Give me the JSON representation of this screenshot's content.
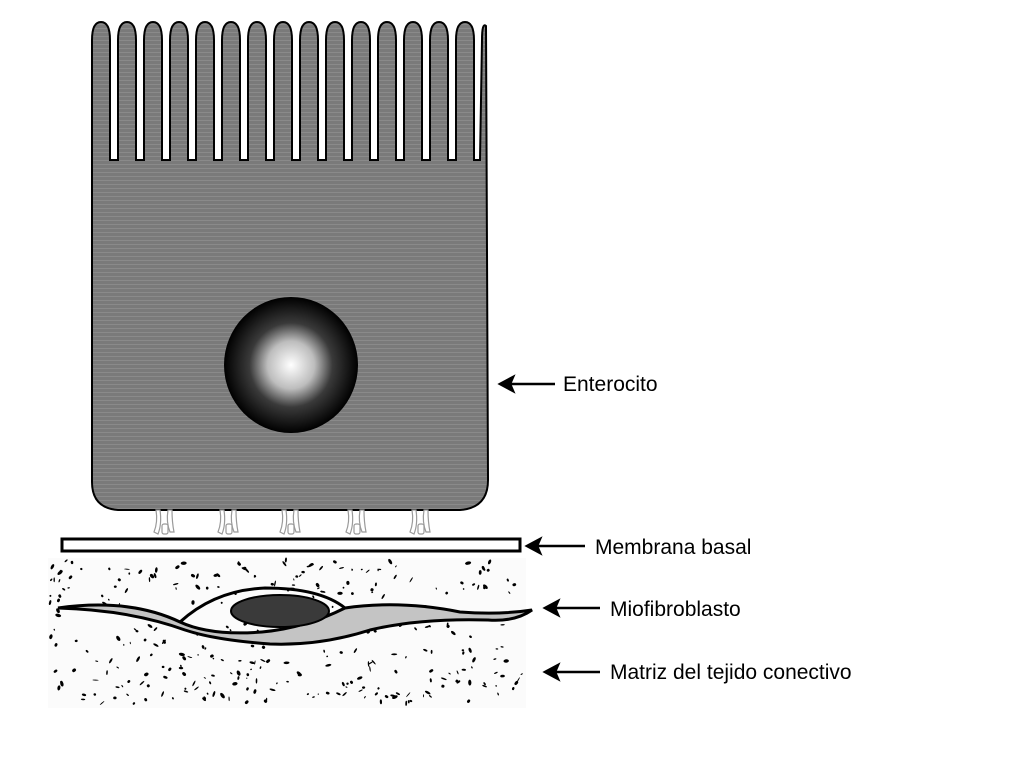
{
  "labels": {
    "enterocito": "Enterocito",
    "membrana_basal": "Membrana basal",
    "miofibroblasto": "Miofibroblasto",
    "matriz": "Matriz del tejido conectivo"
  },
  "colors": {
    "cell_body": "#7d7d7d",
    "outline": "#000000",
    "fibroblast": "#c8c8c8",
    "background": "#ffffff"
  }
}
